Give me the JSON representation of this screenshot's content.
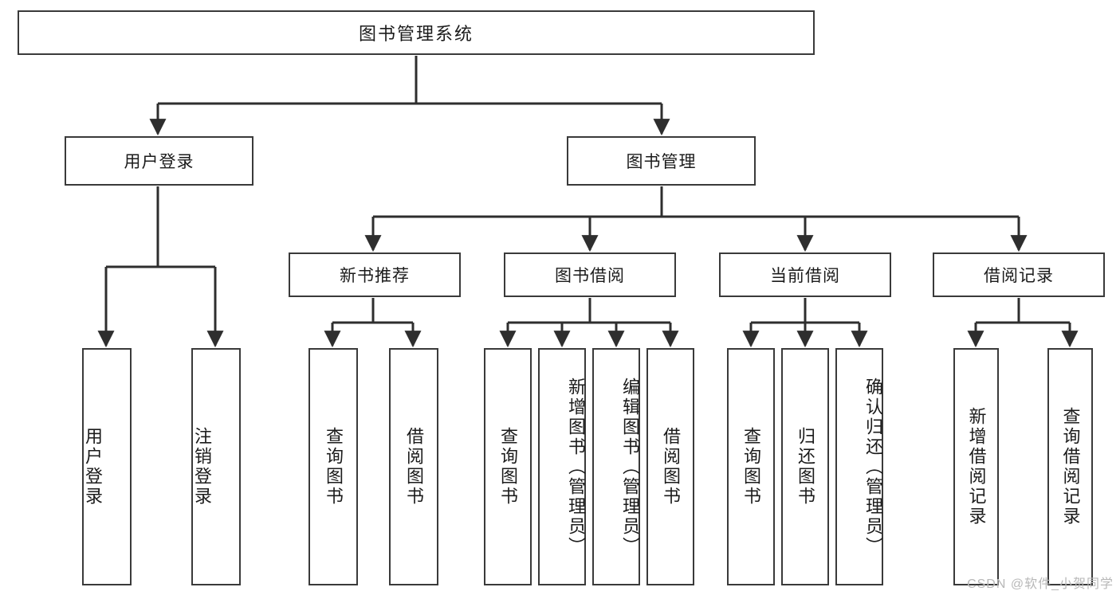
{
  "diagram": {
    "title": "图书管理系统",
    "watermark": "CSDN @软件_小贺同学",
    "colors": {
      "border": "#3a3a3a",
      "background": "#ffffff",
      "text": "#1b1b1b",
      "watermark": "#b8b8b8"
    },
    "root": {
      "label": "图书管理系统"
    },
    "level2": [
      {
        "label": "用户登录"
      },
      {
        "label": "图书管理"
      }
    ],
    "level3": [
      {
        "label": "新书推荐"
      },
      {
        "label": "图书借阅"
      },
      {
        "label": "当前借阅"
      },
      {
        "label": "借阅记录"
      }
    ],
    "leaves": {
      "user_login": [
        {
          "label": "用户登录"
        },
        {
          "label": "注销登录"
        }
      ],
      "new_book": [
        {
          "label": "查询图书"
        },
        {
          "label": "借阅图书"
        }
      ],
      "borrow_book": [
        {
          "label": "查询图书"
        },
        {
          "label": "新增图书（管理员）"
        },
        {
          "label": "编辑图书（管理员）"
        },
        {
          "label": "借阅图书"
        }
      ],
      "current_borrow": [
        {
          "label": "查询图书"
        },
        {
          "label": "归还图书"
        },
        {
          "label": "确认归还（管理员）"
        }
      ],
      "borrow_record": [
        {
          "label": "新增借阅记录"
        },
        {
          "label": "查询借阅记录"
        }
      ]
    }
  }
}
